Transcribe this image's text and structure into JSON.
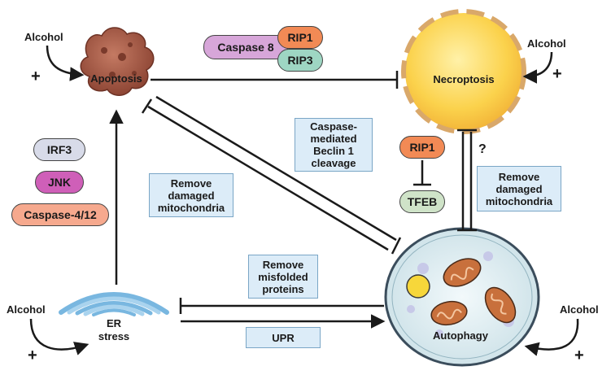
{
  "nodes": {
    "apoptosis": "Apoptosis",
    "necroptosis": "Necroptosis",
    "autophagy": "Autophagy",
    "er_stress_line1": "ER",
    "er_stress_line2": "stress"
  },
  "alcohol": {
    "label": "Alcohol",
    "sign": "+"
  },
  "pills": {
    "caspase8": "Caspase 8",
    "rip1_top": "RIP1",
    "rip3": "RIP3",
    "irf3": "IRF3",
    "jnk": "JNK",
    "caspase412": "Caspase-4/12",
    "rip1_side": "RIP1",
    "tfeb": "TFEB"
  },
  "boxes": {
    "beclin_line1": "Caspase-",
    "beclin_line2": "mediated",
    "beclin_line3": "Beclin 1",
    "beclin_line4": "cleavage",
    "remove_mito_left_1": "Remove",
    "remove_mito_left_2": "damaged",
    "remove_mito_left_3": "mitochondria",
    "remove_mito_right_1": "Remove",
    "remove_mito_right_2": "damaged",
    "remove_mito_right_3": "mitochondria",
    "remove_misfolded_1": "Remove",
    "remove_misfolded_2": "misfolded",
    "remove_misfolded_3": "proteins",
    "upr": "UPR"
  },
  "question_mark": "?",
  "colors": {
    "apoptosis_cell": "#a35c4a",
    "necroptosis_fill": "#fbd24c",
    "necroptosis_border": "#d9a86a",
    "autophagy_fill": "#e4f1f5",
    "autophagy_border": "#3b4d5c",
    "mitochondria": "#c8703c",
    "er_blue": "#79b7e0",
    "caspase8_pill": "#d7a6d9",
    "rip1_pill": "#f28a55",
    "rip3_pill": "#9ed6c3",
    "irf3_pill": "#d8dbe9",
    "jnk_pill": "#cf5fb8",
    "caspase412_pill": "#f6a98e",
    "tfeb_pill": "#cfe3c8",
    "label_box": "#dcecf8"
  }
}
